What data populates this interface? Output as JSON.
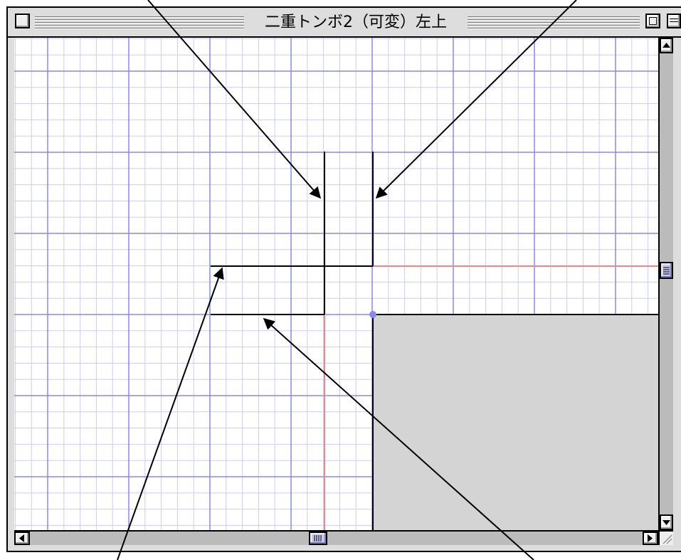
{
  "window": {
    "title": "二重トンボ2（可変）左上"
  },
  "icons": {
    "close": "close-box-icon",
    "zoom": "zoom-box-icon",
    "collapse": "windowshade-icon",
    "scroll_up": "triangle-up-icon",
    "scroll_down": "triangle-down-icon",
    "scroll_left": "triangle-left-icon",
    "scroll_right": "triangle-right-icon",
    "grow": "size-box-icon"
  },
  "colors": {
    "grid_major": "#8888ee",
    "grid_minor": "#ccccf6",
    "guide": "#ee8888",
    "anchor": "#8888ee",
    "trim_lines": "#000000",
    "paper_area": "#d4d4d4",
    "scroll_thumb": "#c8c8f0"
  },
  "scroll": {
    "vertical_position": 0.47,
    "horizontal_position": 0.47
  }
}
